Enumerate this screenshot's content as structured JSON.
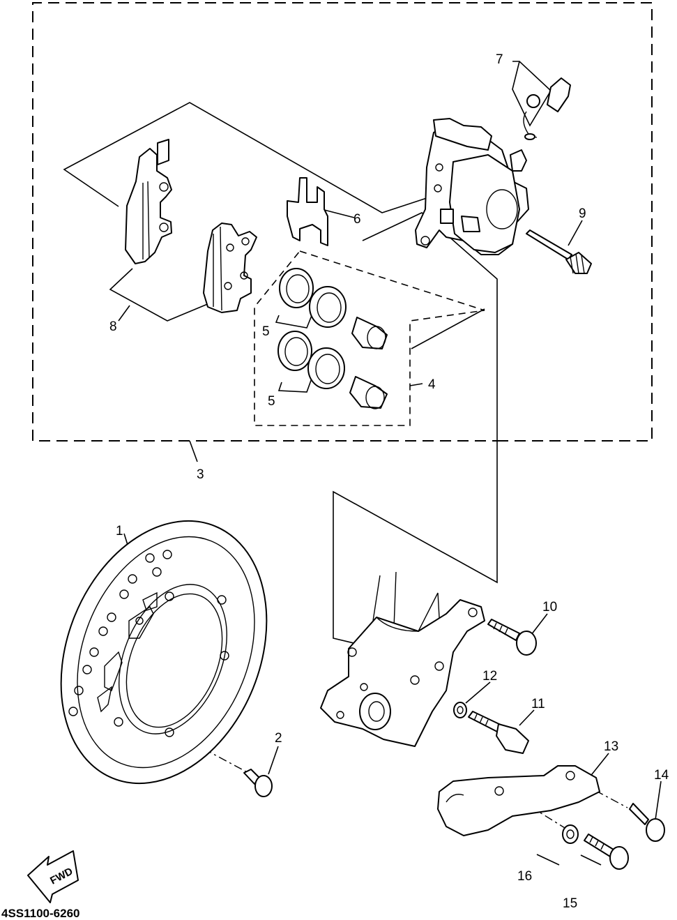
{
  "diagram": {
    "callouts": [
      "1",
      "2",
      "3",
      "4",
      "5",
      "5",
      "6",
      "7",
      "8",
      "9",
      "10",
      "11",
      "12",
      "13",
      "14",
      "15",
      "16"
    ],
    "fwd_label": "FWD",
    "part_code": "4SS1100-6260"
  }
}
